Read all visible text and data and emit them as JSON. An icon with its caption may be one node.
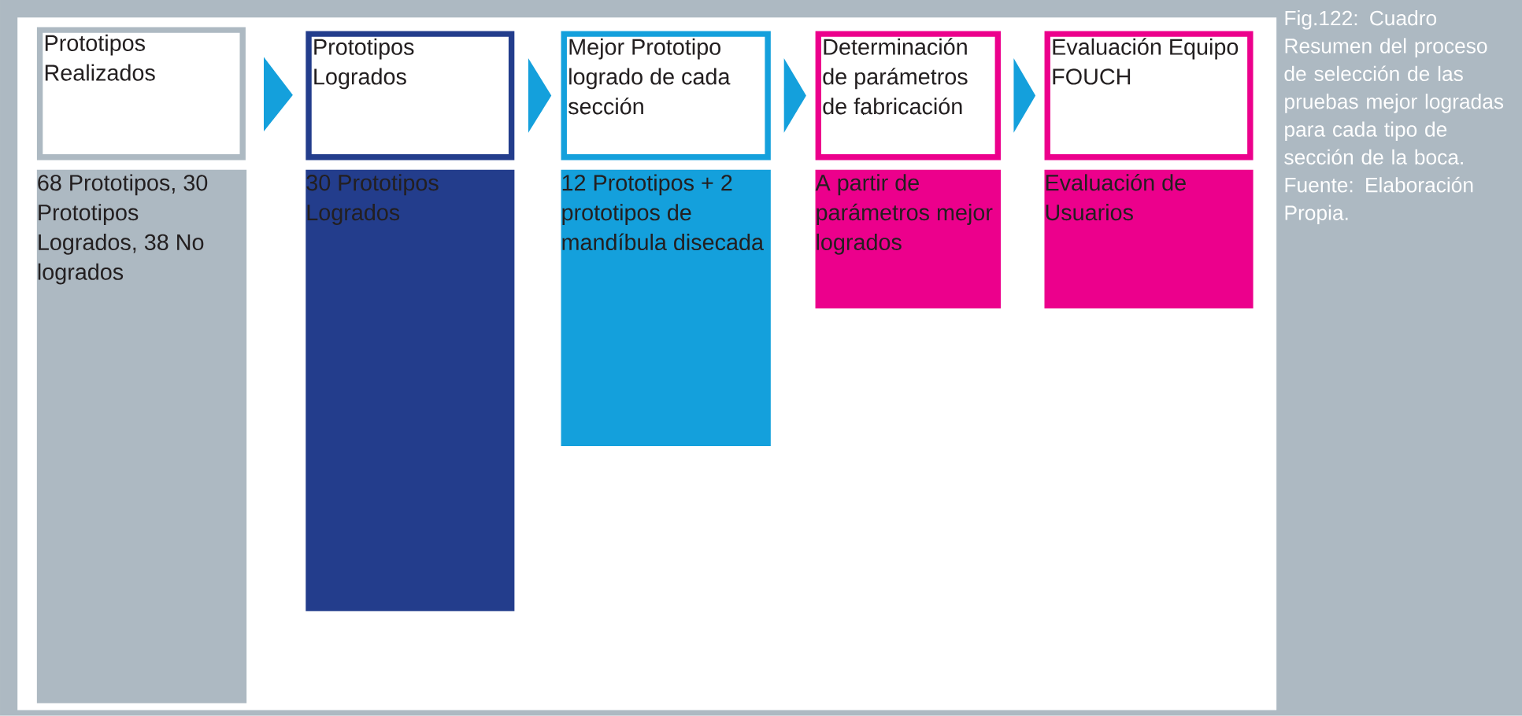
{
  "diagram": {
    "caption": "Fig.122: Cuadro Resumen del proceso de selección de las pruebas mejor logradas para cada tipo de sección de la boca. Fuente: Elaboración Propia.",
    "nodes": [
      {
        "text": [
          "Prototipos Realizados"
        ]
      },
      {
        "text": [
          "68 Prototipos, 30 Prototipos Logrados, 38 No logrados"
        ]
      },
      {
        "text": [
          "Prototipos Logrados"
        ]
      },
      {
        "text": [
          "30 Prototipos Logrados"
        ]
      },
      {
        "text": [
          "Mejor Prototipo logrado de cada sección"
        ]
      },
      {
        "text": [
          "12 Prototipos + 2 prototipos de mandíbula disecada"
        ]
      },
      {
        "text": [
          "Determinación de parámetros de fabricación"
        ]
      },
      {
        "text": [
          "A partir de parámetros mejor logrados"
        ]
      },
      {
        "text": [
          "Evaluación Equipo FOUCH"
        ]
      },
      {
        "text": [
          "Evaluación de Usuarios"
        ]
      }
    ],
    "edges": [
      {
        "from": 0,
        "to": 2,
        "arrow": "to"
      },
      {
        "from": 2,
        "to": 4,
        "arrow": "to"
      },
      {
        "from": 4,
        "to": 6,
        "arrow": "to"
      },
      {
        "from": 6,
        "to": 8,
        "arrow": "to"
      }
    ]
  }
}
